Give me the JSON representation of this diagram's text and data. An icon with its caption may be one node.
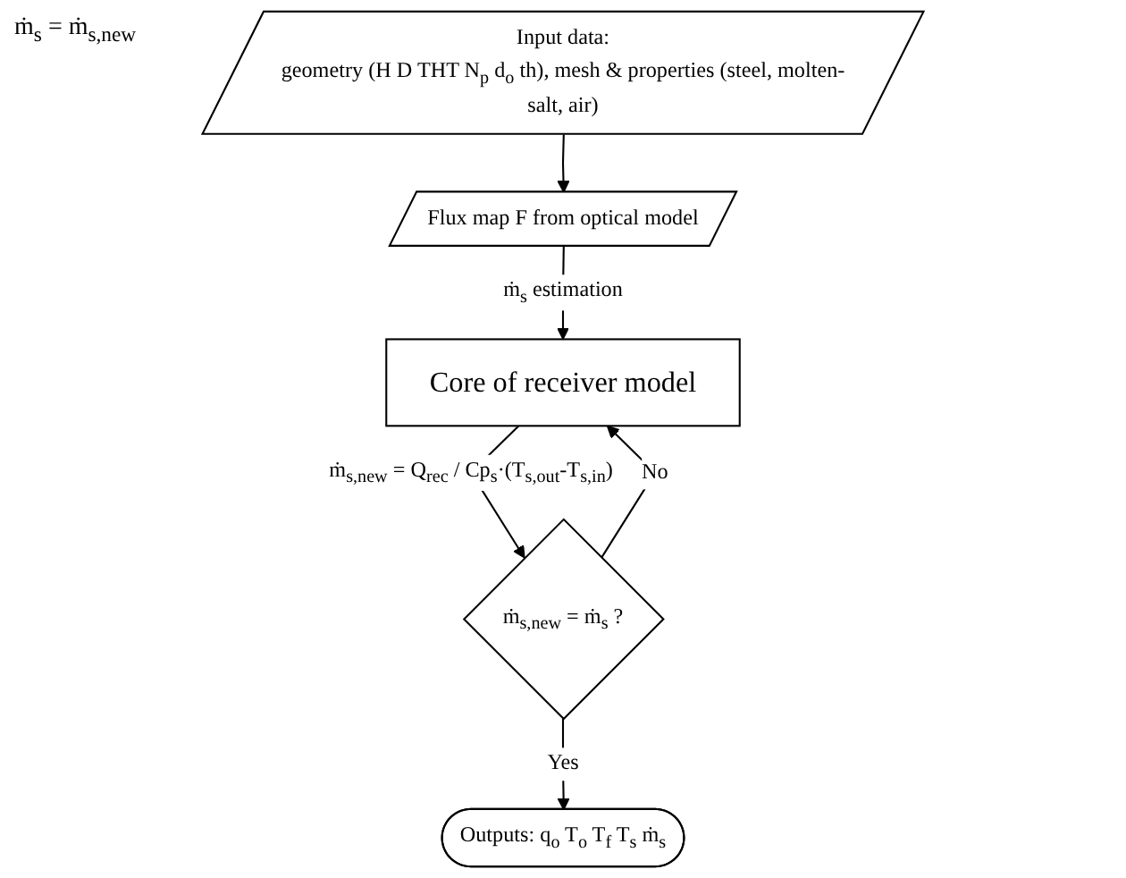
{
  "diagram": {
    "nodes": [
      {
        "text": [
          "Input data:",
          "geometry (H D THT N$_{p}$ d$_{o}$ th), mesh & properties (steel, molten-salt, air)"
        ]
      },
      {
        "text": [
          "Flux map F from optical model"
        ]
      },
      {
        "text": [
          "Core of receiver model"
        ]
      },
      {
        "text": [
          "ṁ$_{s,new}$ = ṁ$_{s}$ ?"
        ]
      },
      {
        "text": [
          "Outputs: q$_{o}$ T$_{o}$ T$_{f}$ T$_{s}$ ṁ$_{s}$"
        ]
      }
    ],
    "edges": [
      {
        "from": 0,
        "to": 1,
        "arrow": "to"
      },
      {
        "from": 1,
        "to": 2,
        "arrow": "to",
        "label": "ṁ$_{s}$ estimation"
      },
      {
        "from": 2,
        "to": 3,
        "arrow": "to",
        "label": "ṁ$_{s,new}$ = Q$_{rec}$ / Cp$_{s}$·(T$_{s,out}$-T$_{s,in}$)"
      },
      {
        "from": 3,
        "to": 2,
        "arrow": "to",
        "label": "No"
      },
      {
        "from": 3,
        "to": 4,
        "arrow": "to",
        "label": "Yes"
      }
    ],
    "labels": [
      "ṁ$_{s}$ = ṁ$_{s,new}$"
    ]
  }
}
